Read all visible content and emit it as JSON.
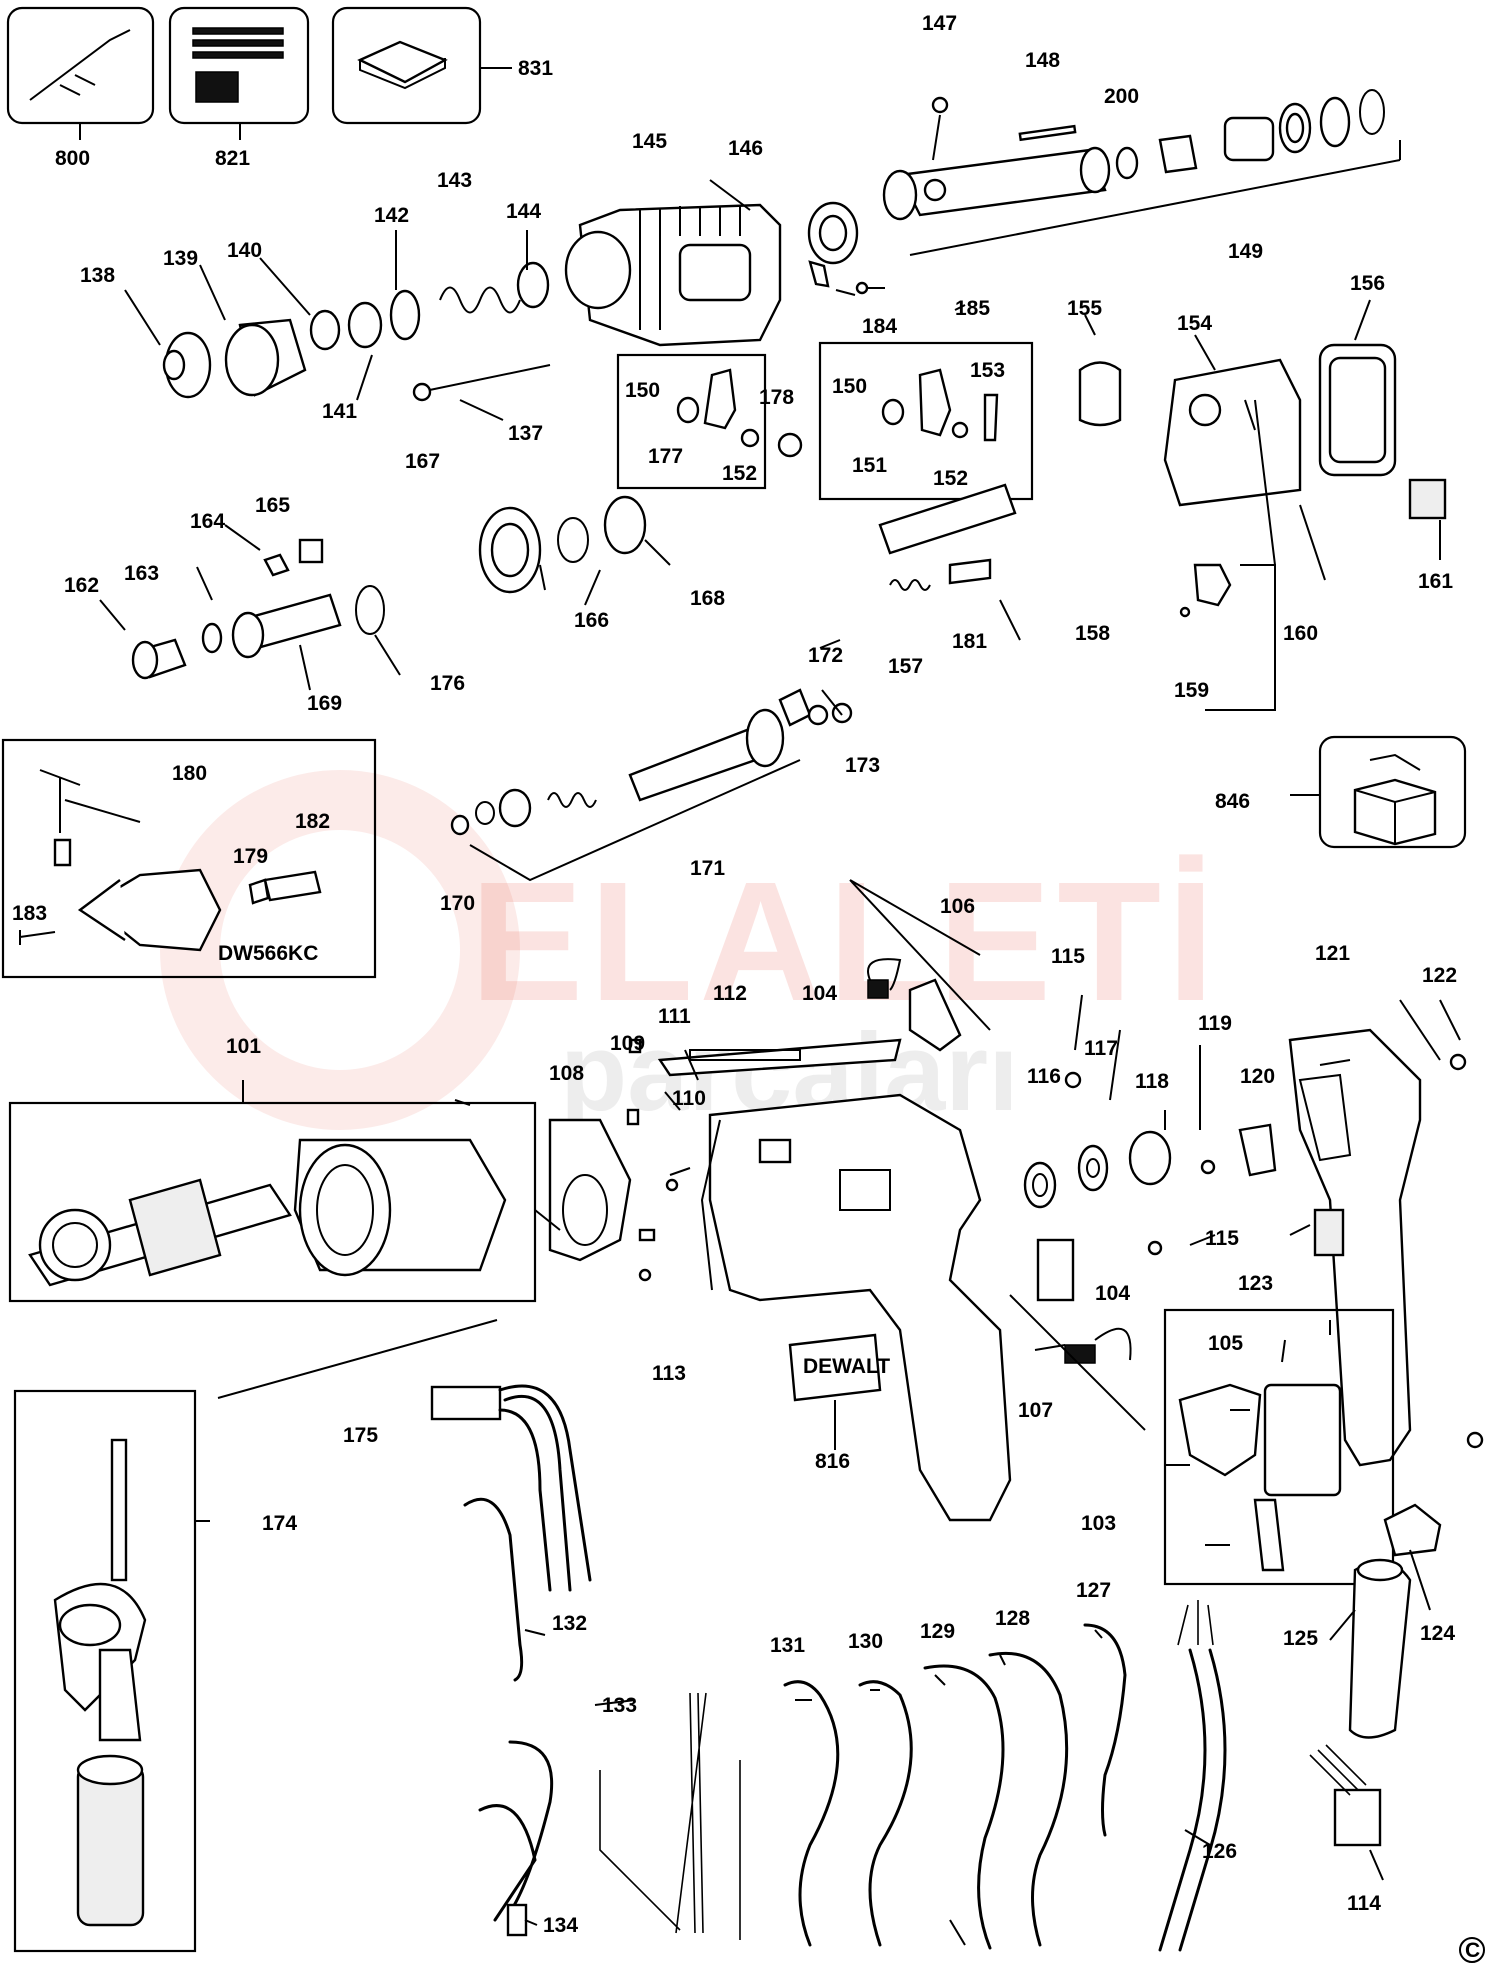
{
  "watermark": {
    "line1": "ELALETİ",
    "line2": "parçaları"
  },
  "badge": {
    "kit_label": "DW566KC"
  },
  "copyright_mark": "C",
  "parts": [
    {
      "id": "p800",
      "label": "800"
    },
    {
      "id": "p821",
      "label": "821"
    },
    {
      "id": "p831",
      "label": "831"
    },
    {
      "id": "p147",
      "label": "147"
    },
    {
      "id": "p148",
      "label": "148"
    },
    {
      "id": "p200",
      "label": "200"
    },
    {
      "id": "p145",
      "label": "145"
    },
    {
      "id": "p146",
      "label": "146"
    },
    {
      "id": "p149",
      "label": "149"
    },
    {
      "id": "p143",
      "label": "143"
    },
    {
      "id": "p142",
      "label": "142"
    },
    {
      "id": "p144",
      "label": "144"
    },
    {
      "id": "p138",
      "label": "138"
    },
    {
      "id": "p139",
      "label": "139"
    },
    {
      "id": "p140",
      "label": "140"
    },
    {
      "id": "p141",
      "label": "141"
    },
    {
      "id": "p137",
      "label": "137"
    },
    {
      "id": "p184",
      "label": "184"
    },
    {
      "id": "p185",
      "label": "185"
    },
    {
      "id": "p155",
      "label": "155"
    },
    {
      "id": "p154",
      "label": "154"
    },
    {
      "id": "p156",
      "label": "156"
    },
    {
      "id": "p150a",
      "label": "150"
    },
    {
      "id": "p177",
      "label": "177"
    },
    {
      "id": "p178",
      "label": "178"
    },
    {
      "id": "p152a",
      "label": "152"
    },
    {
      "id": "p150b",
      "label": "150"
    },
    {
      "id": "p151",
      "label": "151"
    },
    {
      "id": "p153",
      "label": "153"
    },
    {
      "id": "p152b",
      "label": "152"
    },
    {
      "id": "p167",
      "label": "167"
    },
    {
      "id": "p165",
      "label": "165"
    },
    {
      "id": "p164",
      "label": "164"
    },
    {
      "id": "p162",
      "label": "162"
    },
    {
      "id": "p163",
      "label": "163"
    },
    {
      "id": "p169",
      "label": "169"
    },
    {
      "id": "p176",
      "label": "176"
    },
    {
      "id": "p166",
      "label": "166"
    },
    {
      "id": "p168",
      "label": "168"
    },
    {
      "id": "p161",
      "label": "161"
    },
    {
      "id": "p157",
      "label": "157"
    },
    {
      "id": "p181",
      "label": "181"
    },
    {
      "id": "p158",
      "label": "158"
    },
    {
      "id": "p160",
      "label": "160"
    },
    {
      "id": "p159",
      "label": "159"
    },
    {
      "id": "p172",
      "label": "172"
    },
    {
      "id": "p173",
      "label": "173"
    },
    {
      "id": "p180",
      "label": "180"
    },
    {
      "id": "p182",
      "label": "182"
    },
    {
      "id": "p179",
      "label": "179"
    },
    {
      "id": "p183",
      "label": "183"
    },
    {
      "id": "p171",
      "label": "171"
    },
    {
      "id": "p170",
      "label": "170"
    },
    {
      "id": "p846",
      "label": "846"
    },
    {
      "id": "p106",
      "label": "106"
    },
    {
      "id": "p104a",
      "label": "104"
    },
    {
      "id": "p112",
      "label": "112"
    },
    {
      "id": "p111",
      "label": "111"
    },
    {
      "id": "p109",
      "label": "109"
    },
    {
      "id": "p108",
      "label": "108"
    },
    {
      "id": "p110",
      "label": "110"
    },
    {
      "id": "p101",
      "label": "101"
    },
    {
      "id": "p115a",
      "label": "115"
    },
    {
      "id": "p116",
      "label": "116"
    },
    {
      "id": "p117",
      "label": "117"
    },
    {
      "id": "p118",
      "label": "118"
    },
    {
      "id": "p119",
      "label": "119"
    },
    {
      "id": "p120",
      "label": "120"
    },
    {
      "id": "p121",
      "label": "121"
    },
    {
      "id": "p122",
      "label": "122"
    },
    {
      "id": "p115b",
      "label": "115"
    },
    {
      "id": "p123",
      "label": "123"
    },
    {
      "id": "p104b",
      "label": "104"
    },
    {
      "id": "p105",
      "label": "105"
    },
    {
      "id": "p113",
      "label": "113"
    },
    {
      "id": "p107",
      "label": "107"
    },
    {
      "id": "p816",
      "label": "816"
    },
    {
      "id": "p175",
      "label": "175"
    },
    {
      "id": "p174",
      "label": "174"
    },
    {
      "id": "p103",
      "label": "103"
    },
    {
      "id": "p132",
      "label": "132"
    },
    {
      "id": "p124",
      "label": "124"
    },
    {
      "id": "p125",
      "label": "125"
    },
    {
      "id": "p127",
      "label": "127"
    },
    {
      "id": "p128",
      "label": "128"
    },
    {
      "id": "p129",
      "label": "129"
    },
    {
      "id": "p130",
      "label": "130"
    },
    {
      "id": "p131",
      "label": "131"
    },
    {
      "id": "p133",
      "label": "133"
    },
    {
      "id": "p126",
      "label": "126"
    },
    {
      "id": "p114",
      "label": "114"
    },
    {
      "id": "p134",
      "label": "134"
    }
  ],
  "dewalt_label": "DEWALT"
}
